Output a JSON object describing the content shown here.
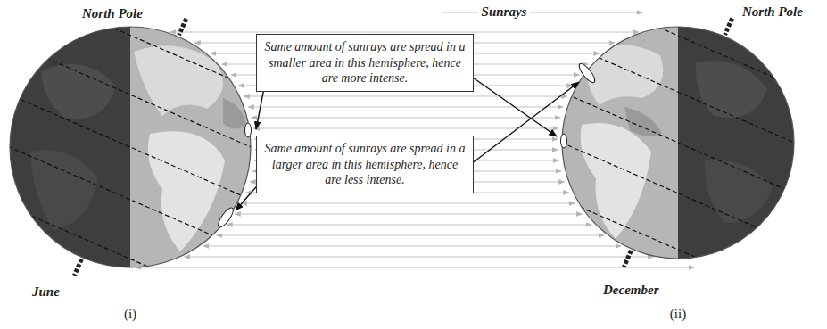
{
  "diagram": {
    "nodes": [
      {
        "text": [
          "Same amount of sunrays are spread in a smaller area in this hemisphere, hence are more intense."
        ]
      },
      {
        "text": [
          "Same amount of sunrays are spread in a larger area in this hemisphere, hence are less intense."
        ]
      }
    ],
    "labels": [
      "North Pole",
      "June",
      "(i)",
      "Sunrays",
      "North Pole",
      "December",
      "(ii)"
    ]
  }
}
